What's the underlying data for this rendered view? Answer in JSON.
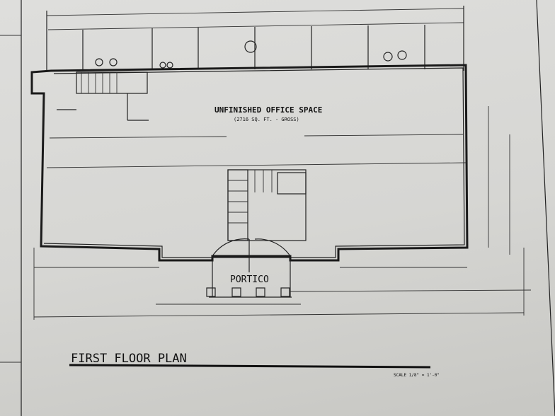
{
  "drawing": {
    "title": "FIRST FLOOR PLAN",
    "room_label": "UNFINISHED OFFICE SPACE",
    "room_area": "(2716 SQ. FT. - GROSS)",
    "portico_label": "PORTICO",
    "scale_note": "SCALE 1/8\" = 1'-0\""
  }
}
